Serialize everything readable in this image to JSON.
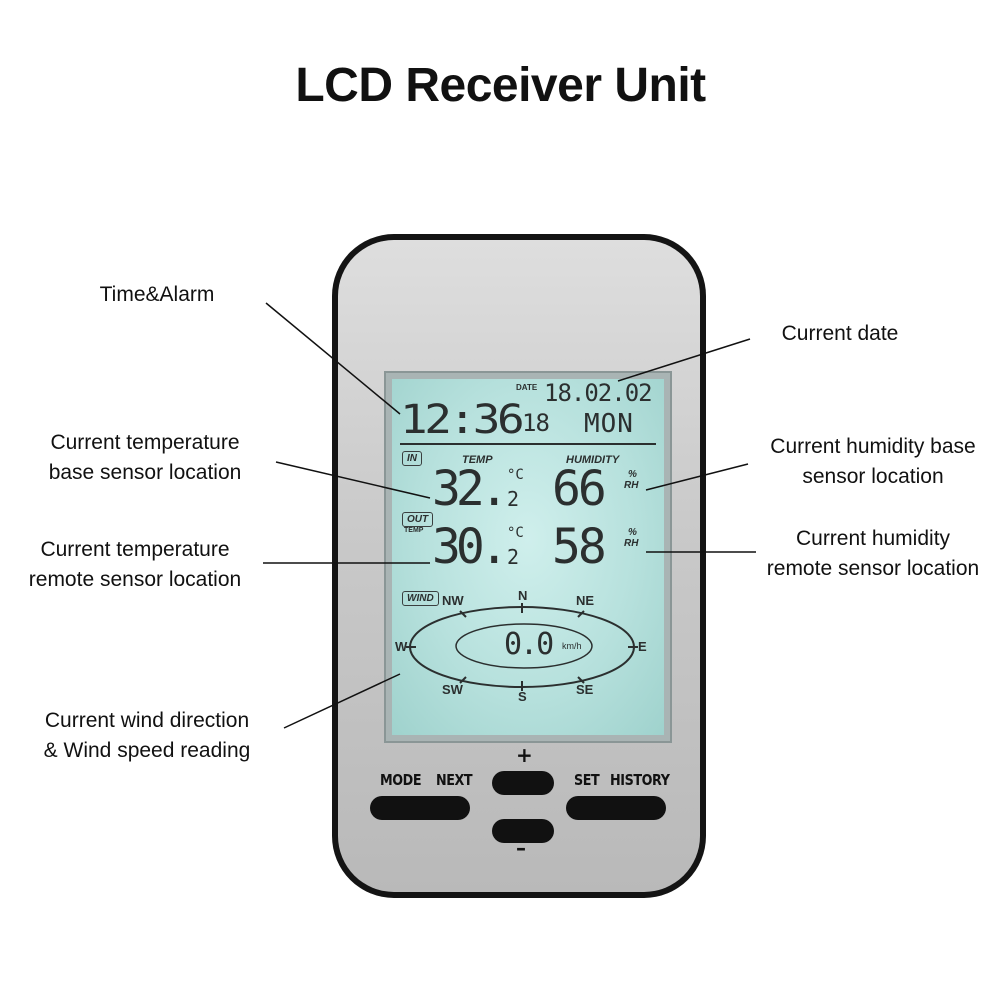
{
  "title": "LCD Receiver Unit",
  "annotations": {
    "time_alarm": "Time&Alarm",
    "current_date": "Current date",
    "temp_base": [
      "Current temperature",
      "base sensor location"
    ],
    "temp_remote": [
      "Current temperature",
      "remote sensor location"
    ],
    "humidity_base": [
      "Current humidity base",
      "sensor location"
    ],
    "humidity_remote": [
      "Current humidity",
      "remote sensor location"
    ],
    "wind": [
      "Current wind direction",
      "& Wind speed reading"
    ]
  },
  "lcd": {
    "date_label": "DATE",
    "date": "18.02.02",
    "time": "12:36",
    "seconds": "18",
    "weekday": "MON",
    "in_label": "IN",
    "out_label": "OUT",
    "out_sub": "TEMP",
    "temp_label": "TEMP",
    "humidity_label": "HUMIDITY",
    "temp_unit": "°C",
    "hum_unit_pct": "%",
    "hum_unit_rh": "RH",
    "temp_in_int": "32.",
    "temp_in_dec": "2",
    "temp_out_int": "30.",
    "temp_out_dec": "2",
    "hum_in": "66",
    "hum_out": "58",
    "wind_label": "WIND",
    "wind_speed": "0.0",
    "wind_unit": "km/h",
    "compass": {
      "N": "N",
      "NE": "NE",
      "E": "E",
      "SE": "SE",
      "S": "S",
      "SW": "SW",
      "W": "W",
      "NW": "NW"
    }
  },
  "buttons": {
    "mode": "MODE",
    "next": "NEXT",
    "set": "SET",
    "history": "HISTORY",
    "plus": "+",
    "minus": "–"
  }
}
